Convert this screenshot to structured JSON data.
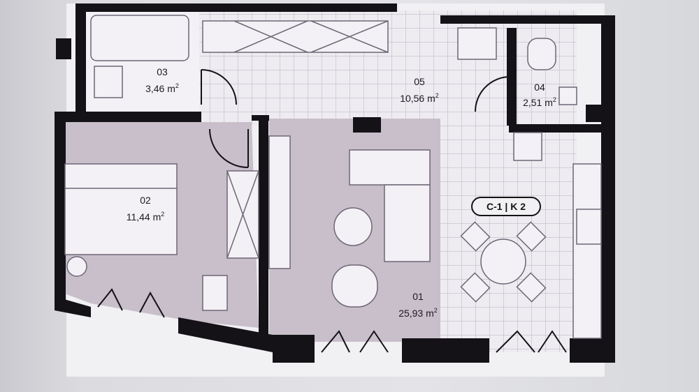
{
  "rooms": [
    {
      "id": "03",
      "area": "3,46 m",
      "unit_exp": "2"
    },
    {
      "id": "05",
      "area": "10,56 m",
      "unit_exp": "2"
    },
    {
      "id": "04",
      "area": "2,51 m",
      "unit_exp": "2"
    },
    {
      "id": "02",
      "area": "11,44 m",
      "unit_exp": "2"
    },
    {
      "id": "01",
      "area": "25,93 m",
      "unit_exp": "2"
    }
  ],
  "unit_tag": "C-1 | K 2",
  "colors": {
    "wall": "#141216",
    "tile_floor": "#eeecf1",
    "tile_grid": "#b6b1bd",
    "room_purple": "#c8bfcb",
    "furniture": "#f3f1f5",
    "outline": "#6e6676"
  }
}
